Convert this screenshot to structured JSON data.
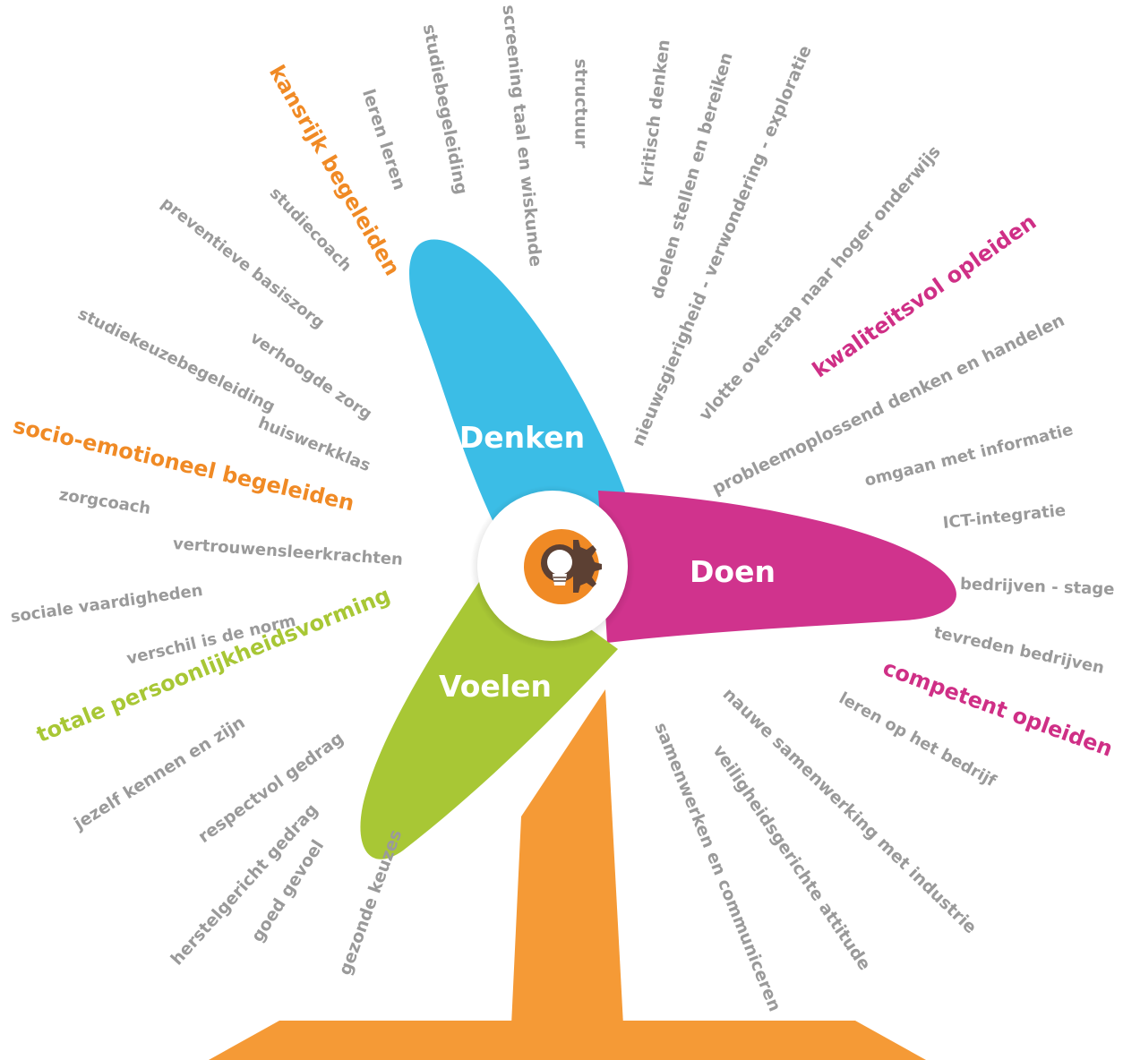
{
  "colors": {
    "denken": "#3bbde6",
    "doen": "#d0338d",
    "voelen": "#a8c735",
    "mast": "#f59a36",
    "keyword": "#9a9a9a",
    "cat_orange": "#f08a25",
    "cat_pink": "#cf2f86",
    "cat_green": "#a8c735",
    "hub_icon_bg": "#f08a25"
  },
  "center_icon": "gear-lightbulb-icon",
  "blades": {
    "denken": "Denken",
    "doen": "Doen",
    "voelen": "Voelen"
  },
  "keywords": [
    {
      "id": "leren-leren",
      "text": "leren leren"
    },
    {
      "id": "studiebegeleiding",
      "text": "studiebegeleiding"
    },
    {
      "id": "screening-taal-en-wiskunde",
      "text": "screening taal en wiskunde"
    },
    {
      "id": "structuur",
      "text": "structuur"
    },
    {
      "id": "kritisch-denken",
      "text": "kritisch denken"
    },
    {
      "id": "doelen-stellen-en-bereiken",
      "text": "doelen stellen en bereiken"
    },
    {
      "id": "nieuwsgierigheid",
      "text": "nieuwsgierigheid - verwondering - exploratie"
    },
    {
      "id": "vlotte-overstap",
      "text": "vlotte overstap naar hoger onderwijs"
    },
    {
      "id": "kwaliteitsvol-opleiden",
      "text": "kwaliteitsvol opleiden",
      "category": true
    },
    {
      "id": "probleemoplossend",
      "text": "probleemoplossend denken en handelen"
    },
    {
      "id": "omgaan-met-informatie",
      "text": "omgaan met informatie"
    },
    {
      "id": "ict-integratie",
      "text": "ICT-integratie"
    },
    {
      "id": "bedrijven-stage",
      "text": "bedrijven - stage"
    },
    {
      "id": "tevreden-bedrijven",
      "text": "tevreden bedrijven"
    },
    {
      "id": "competent-opleiden",
      "text": "competent opleiden",
      "category": true
    },
    {
      "id": "leren-op-het-bedrijf",
      "text": "leren op het bedrijf"
    },
    {
      "id": "nauwe-samenwerking",
      "text": "nauwe samenwerking met industrie"
    },
    {
      "id": "veiligheidsgerichte-attitude",
      "text": "veiligheidsgerichte attitude"
    },
    {
      "id": "samenwerken-en-communiceren",
      "text": "samenwerken en communiceren"
    },
    {
      "id": "gezonde-keuzes",
      "text": "gezonde keuzes"
    },
    {
      "id": "goed-gevoel",
      "text": "goed gevoel"
    },
    {
      "id": "herstelgericht-gedrag",
      "text": "herstelgericht gedrag"
    },
    {
      "id": "respectvol-gedrag",
      "text": "respectvol gedrag"
    },
    {
      "id": "jezelf-kennen-en-zijn",
      "text": "jezelf kennen en zijn"
    },
    {
      "id": "totale-persoonlijkheidsvorming",
      "text": "totale persoonlijkheidsvorming",
      "category": true
    },
    {
      "id": "verschil-is-de-norm",
      "text": "verschil is de norm"
    },
    {
      "id": "sociale-vaardigheden",
      "text": "sociale vaardigheden"
    },
    {
      "id": "vertrouwensleerkrachten",
      "text": "vertrouwensleerkrachten"
    },
    {
      "id": "zorgcoach",
      "text": "zorgcoach"
    },
    {
      "id": "socio-emotioneel-begeleiden",
      "text": "socio-emotioneel begeleiden",
      "category": true
    },
    {
      "id": "huiswerkklas",
      "text": "huiswerkklas"
    },
    {
      "id": "studiekeuzebegeleiding",
      "text": "studiekeuzebegeleiding"
    },
    {
      "id": "verhoogde-zorg",
      "text": "verhoogde zorg"
    },
    {
      "id": "preventieve-basiszorg",
      "text": "preventieve basiszorg"
    },
    {
      "id": "studiecoach",
      "text": "studiecoach"
    },
    {
      "id": "kansrijk-begeleiden",
      "text": "kansrijk begeleiden",
      "category": true
    }
  ]
}
